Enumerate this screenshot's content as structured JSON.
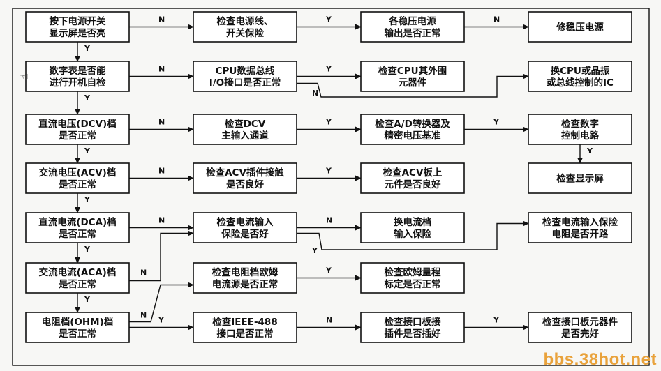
{
  "nodes": [
    {
      "id": "power_on",
      "lines": [
        "按下电源开关",
        "显示屏是否亮"
      ]
    },
    {
      "id": "chk_cord",
      "lines": [
        "检查电源线、",
        "开关保险"
      ]
    },
    {
      "id": "reg_out",
      "lines": [
        "各稳压电源",
        "输出是否正常"
      ]
    },
    {
      "id": "fix_reg",
      "lines": [
        "修稳压电源"
      ]
    },
    {
      "id": "selftest",
      "lines": [
        "数字表是否能",
        "进行开机自检"
      ]
    },
    {
      "id": "cpu_bus",
      "lines": [
        "CPU数据总线",
        "I/O接口是否正常"
      ]
    },
    {
      "id": "cpu_peri",
      "lines": [
        "检查CPU其外围",
        "元器件"
      ]
    },
    {
      "id": "swap_cpu",
      "lines": [
        "换CPU或晶振",
        "或总线控制的IC"
      ]
    },
    {
      "id": "dcv",
      "lines": [
        "直流电压(DCV)档",
        "是否正常"
      ]
    },
    {
      "id": "dcv_in",
      "lines": [
        "检查DCV",
        "主输入通道"
      ]
    },
    {
      "id": "adc",
      "lines": [
        "检查A/D转换器及",
        "精密电压基准"
      ]
    },
    {
      "id": "digital",
      "lines": [
        "检查数字",
        "控制电路"
      ]
    },
    {
      "id": "acv",
      "lines": [
        "交流电压(ACV)档",
        "是否正常"
      ]
    },
    {
      "id": "acv_plug",
      "lines": [
        "检查ACV插件接触",
        "是否良好"
      ]
    },
    {
      "id": "acv_board",
      "lines": [
        "检查ACV板上",
        "元件是否良好"
      ]
    },
    {
      "id": "display",
      "lines": [
        "检查显示屏"
      ]
    },
    {
      "id": "dca",
      "lines": [
        "直流电流(DCA)档",
        "是否正常"
      ]
    },
    {
      "id": "cur_fuse",
      "lines": [
        "检查电流输入",
        "保险是否好"
      ]
    },
    {
      "id": "cur_swap",
      "lines": [
        "换电流档",
        "输入保险"
      ]
    },
    {
      "id": "cur_res",
      "lines": [
        "检查电流输入保险",
        "电阻是否开路"
      ]
    },
    {
      "id": "aca",
      "lines": [
        "交流电流(ACA)档",
        "是否正常"
      ]
    },
    {
      "id": "ohm_src",
      "lines": [
        "检查电阻档欧姆",
        "电流源是否正常"
      ]
    },
    {
      "id": "ohm_cal",
      "lines": [
        "检查欧姆量程",
        "标定是否正常"
      ]
    },
    {
      "id": "ohm",
      "lines": [
        "电阻档(OHM)档",
        "是否正常"
      ]
    },
    {
      "id": "ieee",
      "lines": [
        "检查IEEE-488",
        "接口是否正常"
      ]
    },
    {
      "id": "iface_plug",
      "lines": [
        "检查接口板接",
        "插件是否插好"
      ]
    },
    {
      "id": "iface_part",
      "lines": [
        "检查接口板元器件",
        "是否完好"
      ]
    }
  ],
  "edges": [
    {
      "from": "power_on",
      "to": "chk_cord",
      "label": "N"
    },
    {
      "from": "chk_cord",
      "to": "reg_out",
      "label": "Y"
    },
    {
      "from": "reg_out",
      "to": "fix_reg",
      "label": "N"
    },
    {
      "from": "power_on",
      "to": "selftest",
      "label": "Y"
    },
    {
      "from": "selftest",
      "to": "cpu_bus",
      "label": "N"
    },
    {
      "from": "cpu_bus",
      "to": "cpu_peri",
      "label": "Y"
    },
    {
      "from": "cpu_bus",
      "to": "swap_cpu",
      "label": "N"
    },
    {
      "from": "selftest",
      "to": "dcv",
      "label": "Y"
    },
    {
      "from": "dcv",
      "to": "dcv_in",
      "label": "N"
    },
    {
      "from": "dcv_in",
      "to": "adc",
      "label": "Y"
    },
    {
      "from": "adc",
      "to": "digital",
      "label": "Y"
    },
    {
      "from": "digital",
      "to": "display",
      "label": "Y"
    },
    {
      "from": "dcv",
      "to": "acv",
      "label": "Y"
    },
    {
      "from": "acv",
      "to": "acv_plug",
      "label": "N"
    },
    {
      "from": "acv_plug",
      "to": "acv_board",
      "label": "Y"
    },
    {
      "from": "acv",
      "to": "dca",
      "label": "Y"
    },
    {
      "from": "dca",
      "to": "cur_fuse",
      "label": "N"
    },
    {
      "from": "cur_fuse",
      "to": "cur_swap",
      "label": "N"
    },
    {
      "from": "cur_fuse",
      "to": "cur_res",
      "label": "Y"
    },
    {
      "from": "dca",
      "to": "aca",
      "label": "Y"
    },
    {
      "from": "aca",
      "to": "cur_fuse",
      "label": "N"
    },
    {
      "from": "aca",
      "to": "ohm",
      "label": "Y"
    },
    {
      "from": "ohm",
      "to": "ohm_src",
      "label": "N"
    },
    {
      "from": "ohm_src",
      "to": "ohm_cal",
      "label": "Y"
    },
    {
      "from": "ohm",
      "to": "ieee",
      "label": "Y"
    },
    {
      "from": "ieee",
      "to": "iface_plug",
      "label": "N"
    },
    {
      "from": "iface_plug",
      "to": "iface_part",
      "label": "Y"
    }
  ],
  "watermark": {
    "text": "bbs.38hot.net",
    "color": "#e9a23b"
  },
  "cursor_icon": "pointing-hand-icon",
  "colors": {
    "stroke": "#111111",
    "box_fill": "#ffffff",
    "background": "#f7f7f5"
  }
}
